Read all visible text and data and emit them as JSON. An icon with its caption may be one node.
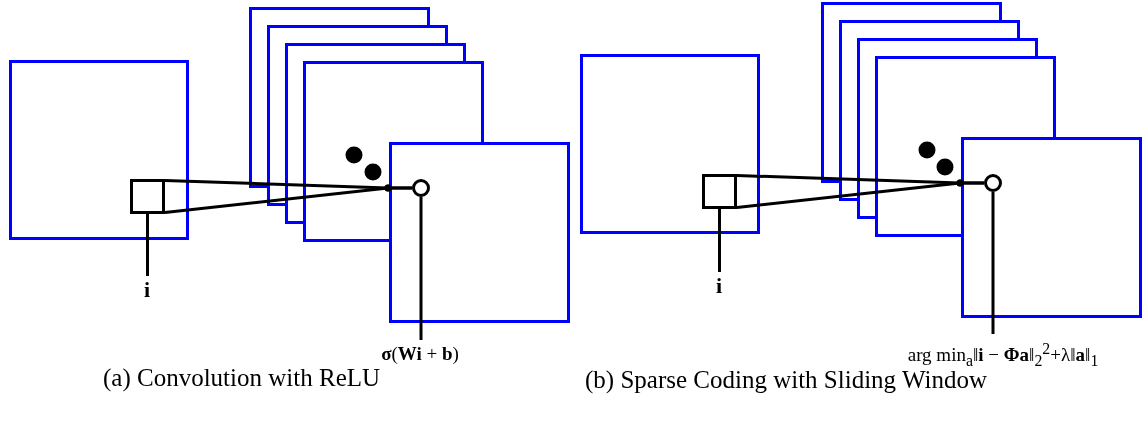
{
  "diagram": {
    "nodes": [
      {
        "text": [],
        "shape": "box"
      },
      {
        "text": [],
        "shape": "box",
        "in": 0
      },
      {
        "text": [],
        "shape": "box"
      },
      {
        "text": [],
        "shape": "circle",
        "in": 2
      },
      {
        "text": [
          "i"
        ]
      },
      {
        "text": [
          "**σ**(**Wi** + **b**)"
        ]
      },
      {
        "text": [],
        "shape": "box"
      },
      {
        "text": [],
        "shape": "box",
        "in": 6
      },
      {
        "text": [],
        "shape": "box"
      },
      {
        "text": [],
        "shape": "circle",
        "in": 8
      },
      {
        "text": [
          "i"
        ]
      },
      {
        "text": [
          "arg min$_{a}$‖**i** − **Φa**‖$_{2}$$^{2}$+λ‖**a**‖$_{1}$"
        ]
      }
    ],
    "edges": [
      {
        "from": 4,
        "to": 1,
        "arrow": "none"
      },
      {
        "from": 1,
        "to": 3,
        "arrow": "none"
      },
      {
        "from": 1,
        "to": 3,
        "arrow": "none"
      },
      {
        "from": 5,
        "to": 3,
        "arrow": "none"
      },
      {
        "from": 10,
        "to": 7,
        "arrow": "none"
      },
      {
        "from": 7,
        "to": 9,
        "arrow": "none"
      },
      {
        "from": 7,
        "to": 9,
        "arrow": "none"
      },
      {
        "from": 11,
        "to": 9,
        "arrow": "none"
      }
    ],
    "labels": [
      "(a) Convolution with ReLU",
      "(b) Sparse Coding with Sliding Window"
    ]
  }
}
